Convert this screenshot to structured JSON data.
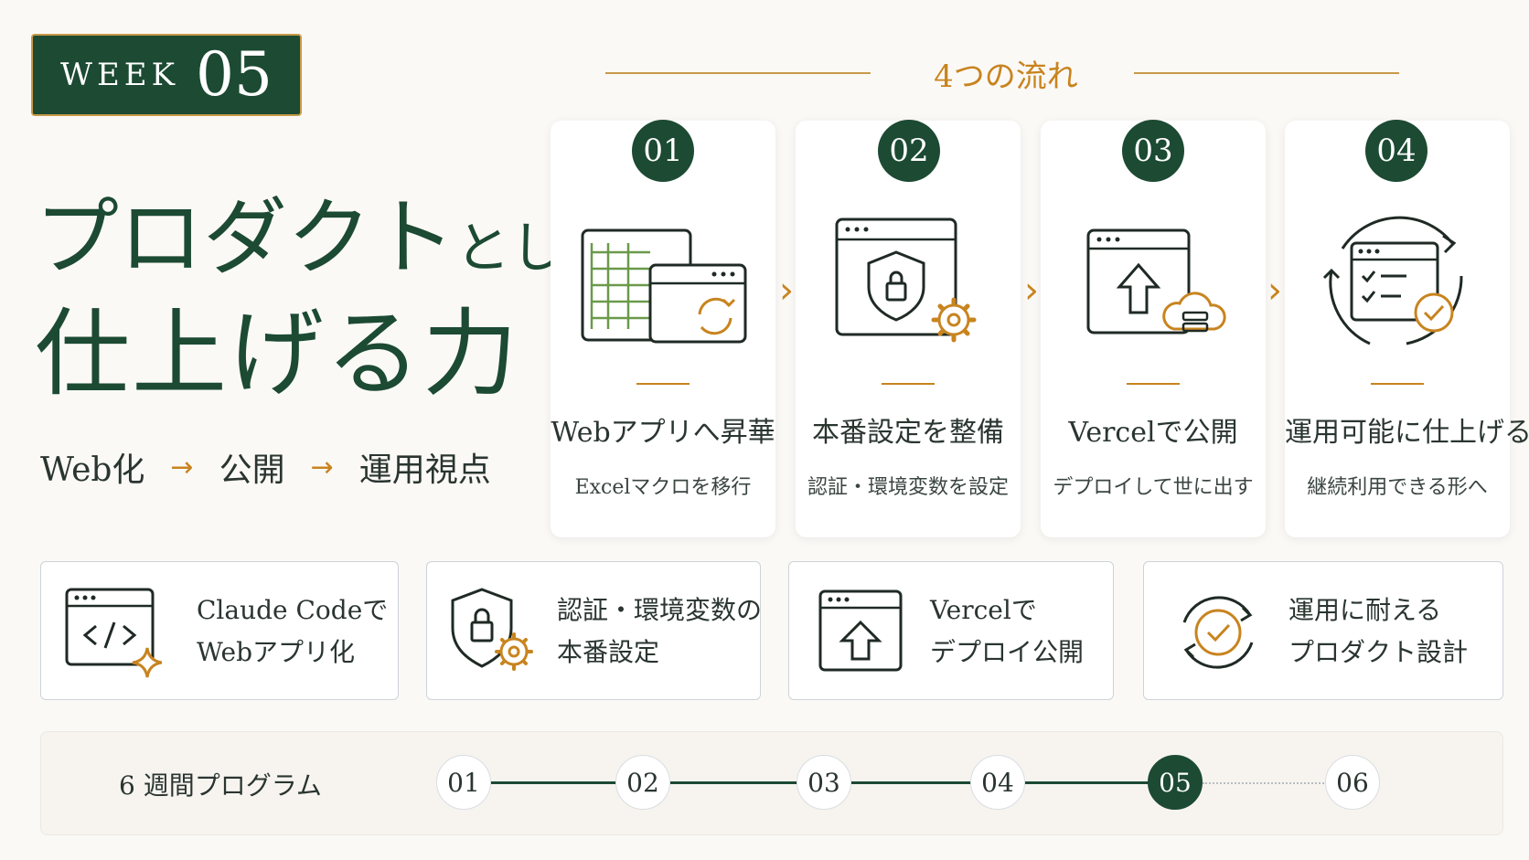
{
  "week": {
    "label": "WEEK",
    "number": "05"
  },
  "title": {
    "line1_main": "プロダクト",
    "line1_small": "として",
    "line2": "仕上げる力"
  },
  "subflow": {
    "item1": "Web化",
    "arrow": "→",
    "item2": "公開",
    "item3": "運用視点"
  },
  "flow_heading": "4つの流れ",
  "steps": [
    {
      "num": "01",
      "title": "Webアプリへ昇華",
      "sub": "Excelマクロを移行",
      "icon": "spreadsheet-to-web-icon"
    },
    {
      "num": "02",
      "title": "本番設定を整備",
      "sub": "認証・環境変数を設定",
      "icon": "security-settings-icon"
    },
    {
      "num": "03",
      "title": "Vercelで公開",
      "sub": "デプロイして世に出す",
      "icon": "deploy-cloud-icon"
    },
    {
      "num": "04",
      "title": "運用可能に仕上げる",
      "sub": "継続利用できる形へ",
      "icon": "operations-cycle-icon"
    }
  ],
  "chevron": "›",
  "features": [
    {
      "line1": "Claude Codeで",
      "line2": "Webアプリ化",
      "icon": "code-window-icon"
    },
    {
      "line1": "認証・環境変数の",
      "line2": "本番設定",
      "icon": "shield-lock-icon"
    },
    {
      "line1": "Vercelで",
      "line2": "デプロイ公開",
      "icon": "upload-window-icon"
    },
    {
      "line1": "運用に耐える",
      "line2": "プロダクト設計",
      "icon": "check-cycle-icon"
    }
  ],
  "program": {
    "label": "6 週間プログラム",
    "weeks": [
      "01",
      "02",
      "03",
      "04",
      "05",
      "06"
    ],
    "current": "05"
  },
  "colors": {
    "primary": "#1c4a33",
    "accent": "#c8841f",
    "background": "#fbf9f6"
  }
}
